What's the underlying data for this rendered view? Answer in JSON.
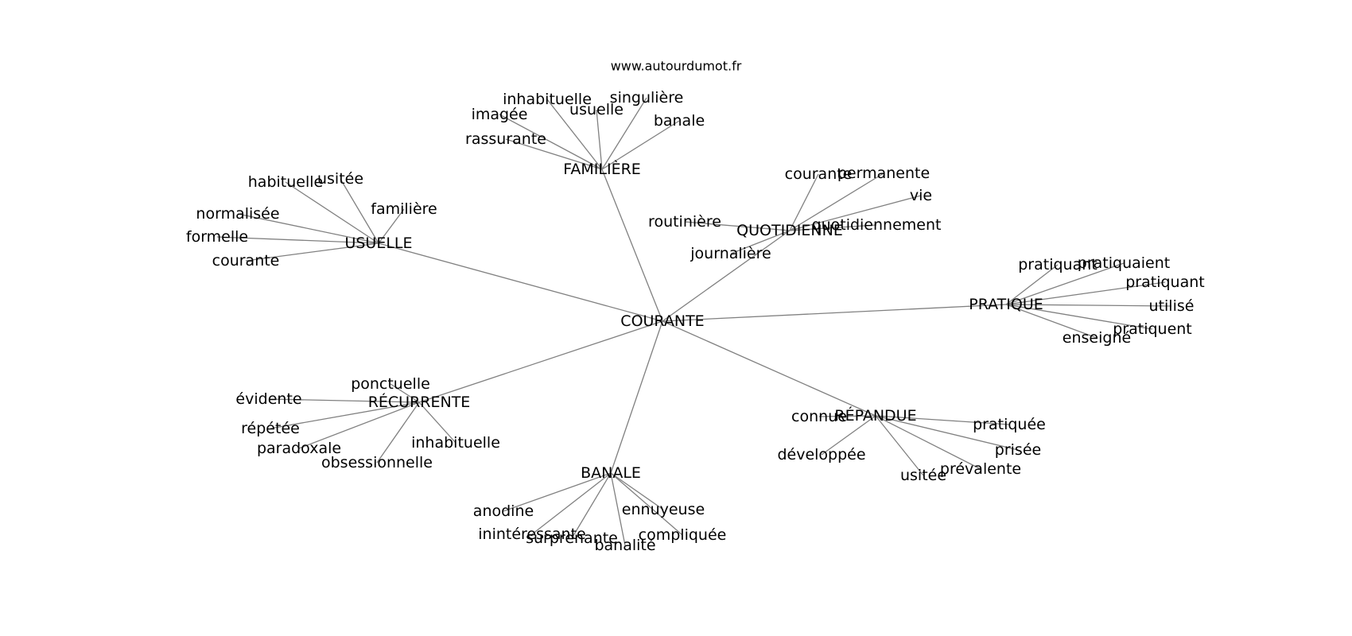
{
  "source": "www.autourdumot.fr",
  "root": "COURANTE",
  "clusters": [
    {
      "hub": "FAMILIÈRE",
      "leaves": [
        "inhabituelle",
        "singulière",
        "usuelle",
        "imagée",
        "banale",
        "rassurante"
      ]
    },
    {
      "hub": "QUOTIDIENNE",
      "leaves": [
        "courante",
        "permanente",
        "vie",
        "routinière",
        "quotidiennement",
        "journalière"
      ]
    },
    {
      "hub": "USUELLE",
      "leaves": [
        "habituelle",
        "usitée",
        "familière",
        "normalisée",
        "formelle",
        "courante"
      ]
    },
    {
      "hub": "PRATIQUE",
      "leaves": [
        "pratiquant",
        "pratiquaient",
        "pratiquant",
        "utilisé",
        "pratiquent",
        "enseigné"
      ]
    },
    {
      "hub": "RÉCURRENTE",
      "leaves": [
        "ponctuelle",
        "évidente",
        "répétée",
        "paradoxale",
        "inhabituelle",
        "obsessionnelle"
      ]
    },
    {
      "hub": "RÉPANDUE",
      "leaves": [
        "connue",
        "pratiquée",
        "développée",
        "prisée",
        "prévalente",
        "usitée"
      ]
    },
    {
      "hub": "BANALE",
      "leaves": [
        "anodine",
        "ennuyeuse",
        "inintéressante",
        "surprenante",
        "compliquée",
        "banalité"
      ]
    }
  ]
}
